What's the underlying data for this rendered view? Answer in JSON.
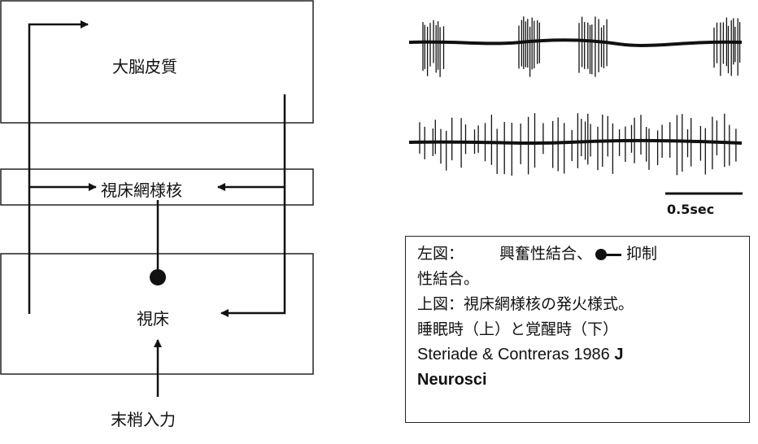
{
  "diagram": {
    "cortex_label": "大脳皮質",
    "reticular_label": "視床網様核",
    "thalamus_label": "視床",
    "input_label": "末梢入力"
  },
  "traces": {
    "scale_label": "0.5sec"
  },
  "caption": {
    "line1_prefix": "左図：",
    "line1_excite": "興奮性結合、",
    "line1_inhibit": "抑制",
    "line2": "性結合。",
    "line3": "上図：視床網様核の発火様式。",
    "line4": "睡眠時（上）と覚醒時（下）",
    "line5_authors": "Steriade & Contreras 1986",
    "line5_j": "J",
    "line6": "Neurosci"
  }
}
